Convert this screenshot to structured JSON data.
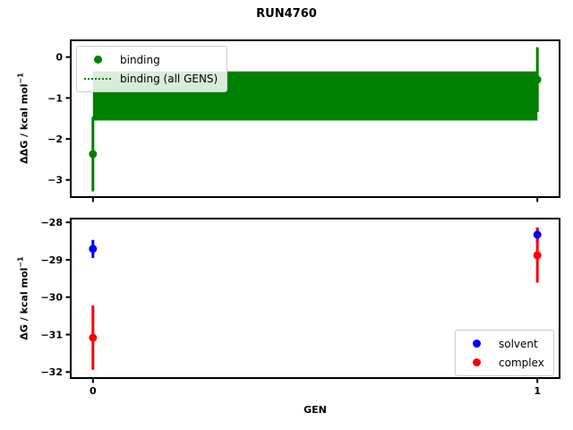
{
  "title": "RUN4760",
  "colors": {
    "binding": "#008000",
    "solvent": "#0000ff",
    "complex": "#ff0000",
    "spine": "#000000"
  },
  "chart_data": [
    {
      "id": "binding-plot",
      "type": "scatter",
      "ylabel": "ΔΔG / kcal mol",
      "ylabel_sup": "−1",
      "xlim": [
        -0.05,
        1.05
      ],
      "ylim": [
        -3.42,
        0.41
      ],
      "grid": false,
      "show_xtick_labels": false,
      "xticks": [
        {
          "v": 0,
          "label": "0"
        },
        {
          "v": 1,
          "label": "1"
        }
      ],
      "yticks": [
        {
          "v": 0,
          "label": "0"
        },
        {
          "v": -1,
          "label": "−1"
        },
        {
          "v": -2,
          "label": "−2"
        },
        {
          "v": -3,
          "label": "−3"
        }
      ],
      "band": {
        "label": "binding (all GENS)",
        "x": [
          0,
          1
        ],
        "center": -0.95,
        "half_width": 0.6,
        "color": "#008000",
        "style": "dotted-center-line-with-solid-fill"
      },
      "series": [
        {
          "name": "binding",
          "color": "#008000",
          "marker": "circle",
          "x": [
            0,
            1
          ],
          "y": [
            -2.37,
            -0.55
          ],
          "yerr": [
            0.91,
            0.79
          ]
        }
      ],
      "legend": {
        "position": "upper-left",
        "entries": [
          {
            "label": "binding",
            "marker": "dot",
            "color": "#008000"
          },
          {
            "label": "binding (all GENS)",
            "marker": "dotted-line",
            "color": "#008000"
          }
        ]
      }
    },
    {
      "id": "dg-plot",
      "type": "scatter",
      "xlabel": "GEN",
      "ylabel": "ΔG / kcal mol",
      "ylabel_sup": "−1",
      "xlim": [
        -0.05,
        1.05
      ],
      "ylim": [
        -32.16,
        -27.9
      ],
      "grid": false,
      "show_xtick_labels": true,
      "xticks": [
        {
          "v": 0,
          "label": "0"
        },
        {
          "v": 1,
          "label": "1"
        }
      ],
      "yticks": [
        {
          "v": -28,
          "label": "−28"
        },
        {
          "v": -29,
          "label": "−29"
        },
        {
          "v": -30,
          "label": "−30"
        },
        {
          "v": -31,
          "label": "−31"
        },
        {
          "v": -32,
          "label": "−32"
        }
      ],
      "series": [
        {
          "name": "solvent",
          "color": "#0000ff",
          "marker": "circle",
          "x": [
            0,
            1
          ],
          "y": [
            -28.71,
            -28.33
          ],
          "yerr": [
            0.24,
            0.19
          ]
        },
        {
          "name": "complex",
          "color": "#ff0000",
          "marker": "circle",
          "x": [
            0,
            1
          ],
          "y": [
            -31.08,
            -28.88
          ],
          "yerr": [
            0.86,
            0.73
          ]
        }
      ],
      "legend": {
        "position": "lower-right",
        "entries": [
          {
            "label": "solvent",
            "marker": "dot",
            "color": "#0000ff"
          },
          {
            "label": "complex",
            "marker": "dot",
            "color": "#ff0000"
          }
        ]
      }
    }
  ]
}
